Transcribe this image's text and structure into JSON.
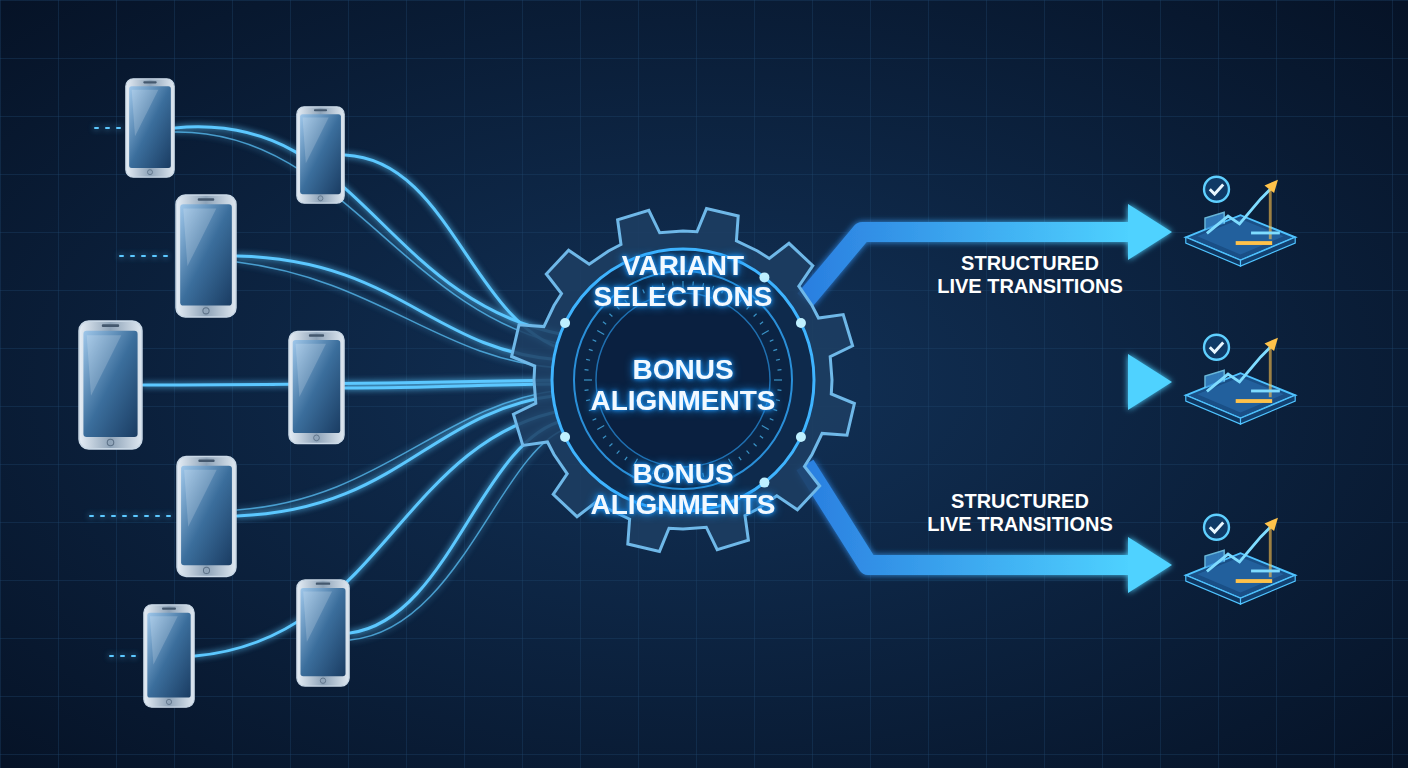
{
  "diagram": {
    "nodes": [
      {
        "text": [
          "VARIANT SELECTIONS",
          "BONUS ALIGNMENTS",
          "BONUS ALIGNMENTS"
        ]
      }
    ],
    "labels": [
      "STRUCTURED LIVE TRANSITIONS",
      "STRUCTURED LIVE TRANSITIONS"
    ]
  }
}
